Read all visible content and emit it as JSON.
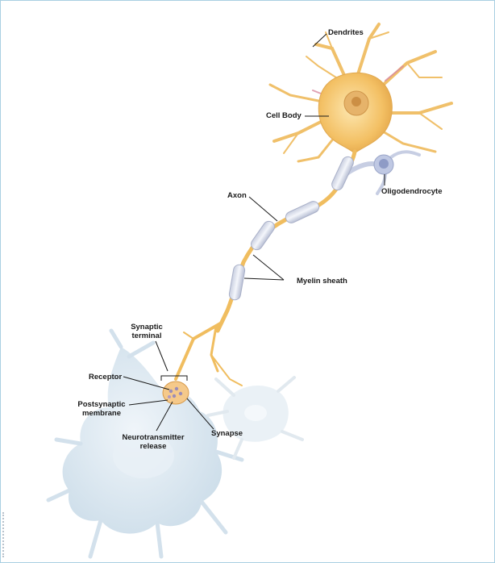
{
  "labels": {
    "dendrites": "Dendrites",
    "cell_body": "Cell Body",
    "oligodendrocyte": "Oligodendrocyte",
    "axon": "Axon",
    "myelin_sheath": "Myelin sheath",
    "synaptic_terminal_line1": "Synaptic",
    "synaptic_terminal_line2": "terminal",
    "receptor": "Receptor",
    "postsynaptic_line1": "Postsynaptic",
    "postsynaptic_line2": "membrane",
    "neurotransmitter_line1": "Neurotransmitter",
    "neurotransmitter_line2": "release",
    "synapse": "Synapse"
  },
  "colors": {
    "neuron": "#f3c064",
    "neuron_light": "#fbe2a8",
    "nucleus": "#d99a48",
    "myelin": "#dfe3ee",
    "myelin_edge": "#a9b0c8",
    "target_cell": "#d9e6f0",
    "border": "#a9cfe2",
    "leader": "#1a1a1a"
  }
}
